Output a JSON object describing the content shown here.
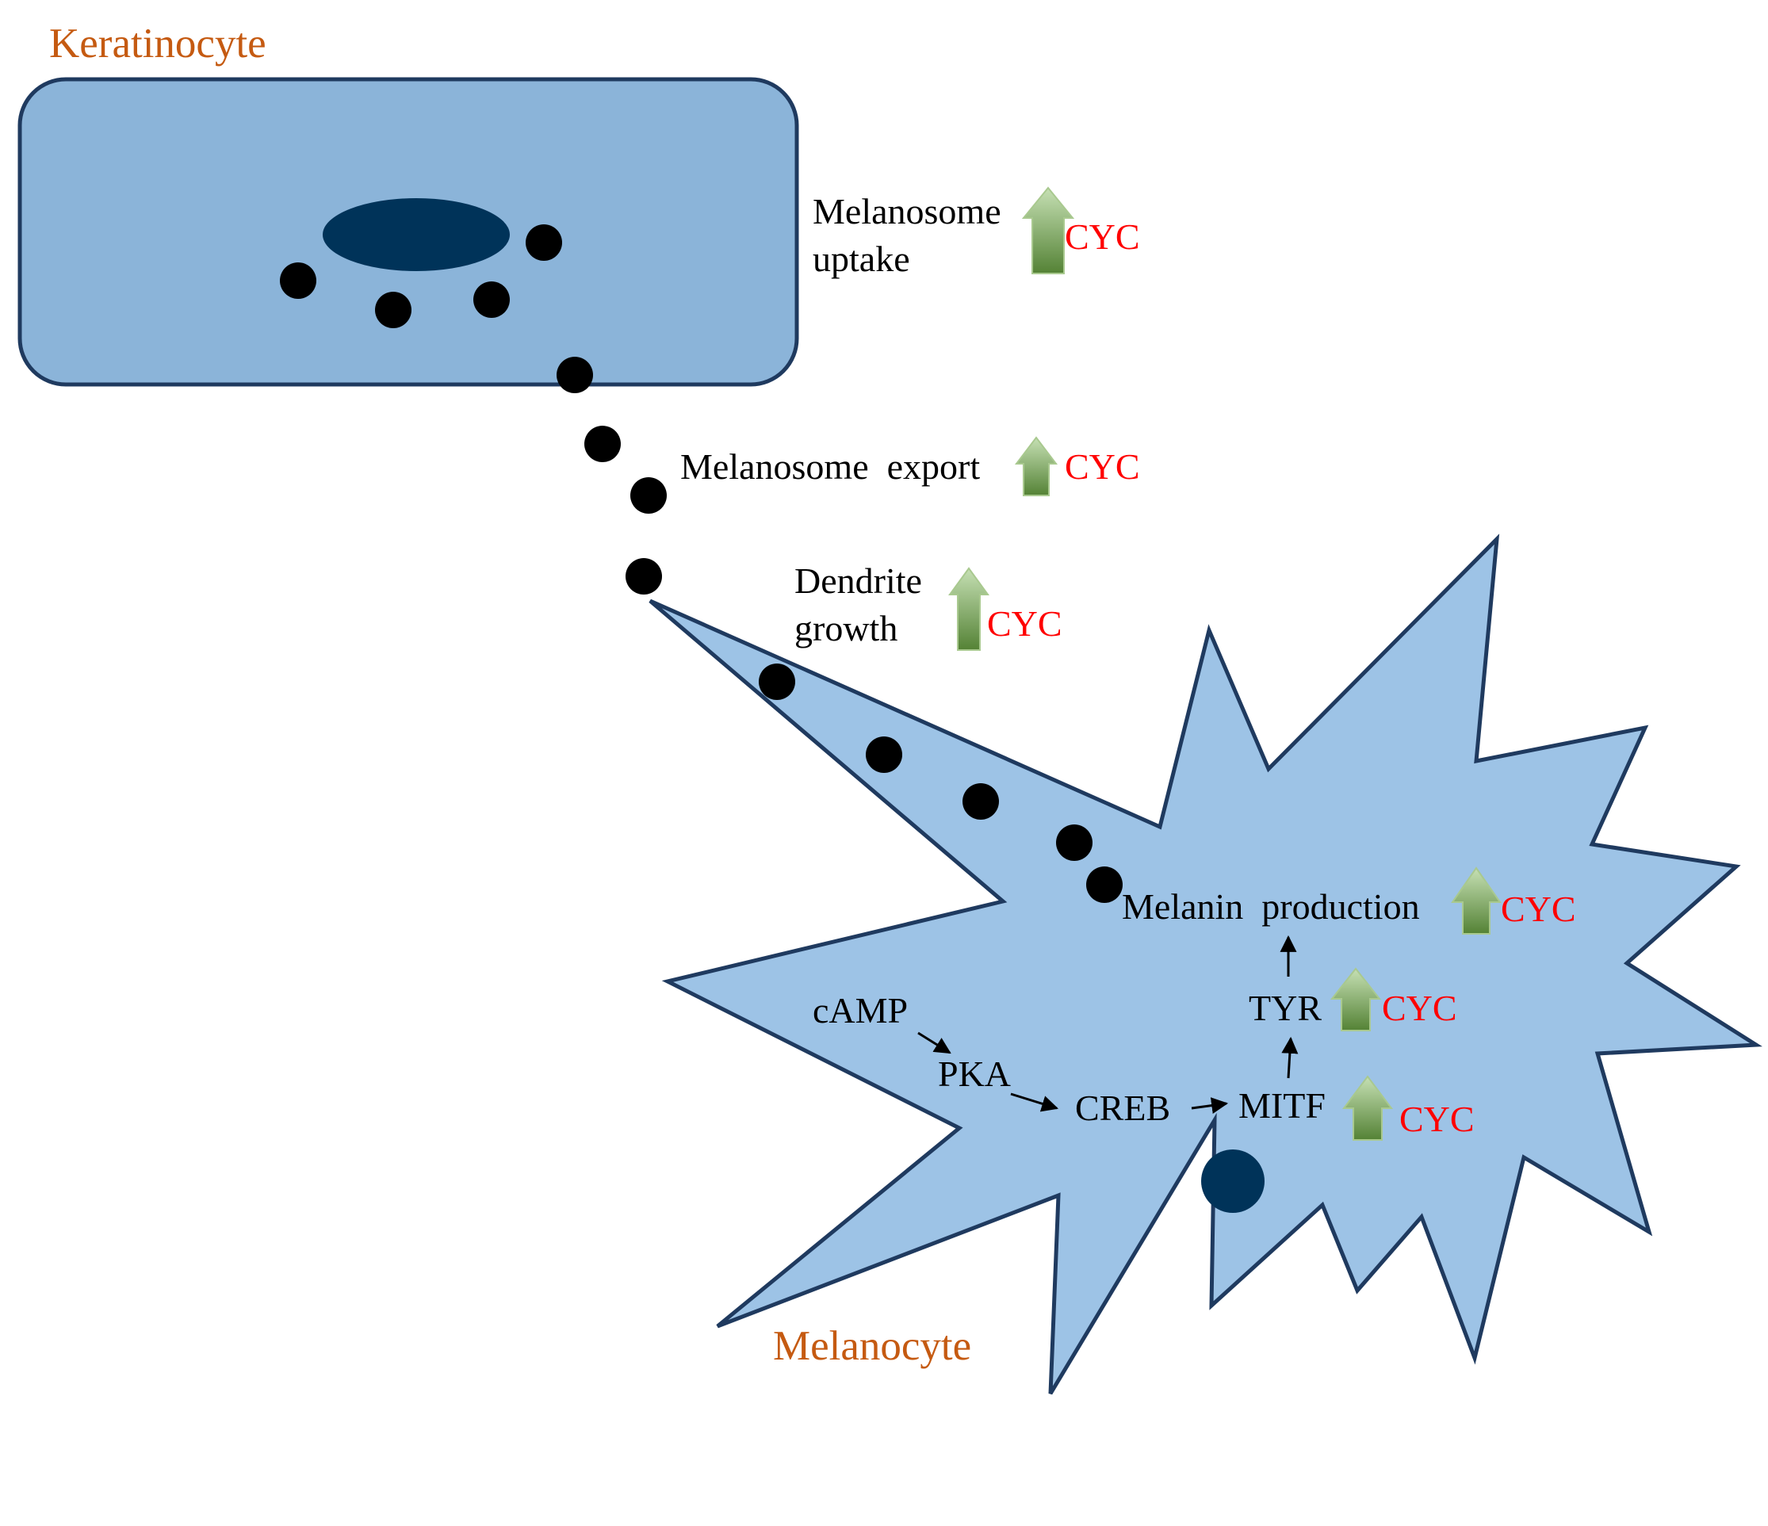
{
  "colors": {
    "cell_title": "#C55A11",
    "cyc": "#FF0000",
    "keratinocyte_fill": "#8BB4D9",
    "melanocyte_fill": "#9DC3E6",
    "outline": "#1F3A5F",
    "nucleus": "#003359",
    "melanosome": "#000000",
    "up_arrow_top": "#C6E0B4",
    "up_arrow_bottom": "#548235"
  },
  "cells": {
    "keratinocyte": "Keratinocyte",
    "melanocyte": "Melanocyte"
  },
  "effects": [
    {
      "label_lines": [
        "Melanosome",
        "uptake"
      ],
      "modifier": "CYC",
      "arrow": "up-arrow-icon"
    },
    {
      "label_lines": [
        "Melanosome  export"
      ],
      "modifier": "CYC",
      "arrow": "up-arrow-icon"
    },
    {
      "label_lines": [
        "Dendrite",
        "growth"
      ],
      "modifier": "CYC",
      "arrow": "up-arrow-icon"
    },
    {
      "label_lines": [
        "Melanin  production"
      ],
      "modifier": "CYC",
      "arrow": "up-arrow-icon"
    }
  ],
  "pathway": {
    "nodes": [
      "cAMP",
      "PKA",
      "CREB",
      "MITF",
      "TYR"
    ],
    "modifiers": {
      "TYR": "CYC",
      "MITF": "CYC"
    }
  }
}
